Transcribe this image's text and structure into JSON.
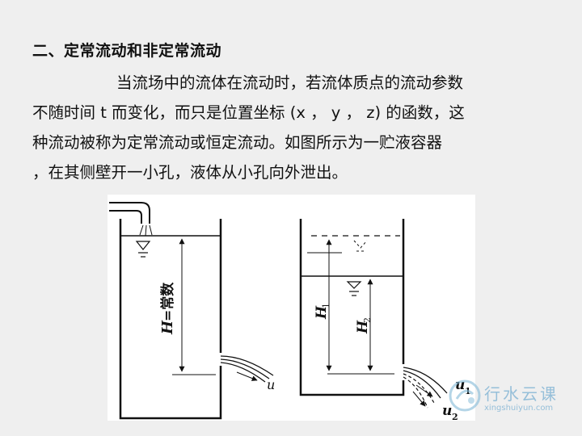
{
  "heading": "二、定常流动和非定常流动",
  "paragraph_lines": [
    "当流场中的流体在流动时，若流体质点的流动参数",
    "不随时间 t 而变化，而只是位置坐标 (x ，  y ，  z) 的函数，这",
    "种流动被称为定常流动或恒定流动。如图所示为一贮液容器",
    "，在其侧壁开一小孔，液体从小孔向外泄出。"
  ],
  "figure": {
    "left_label_H": "H",
    "left_label_eq": "=常数",
    "left_velocity": "u",
    "right_H1_main": "H",
    "right_H1_sub": "1",
    "right_H2_main": "H",
    "right_H2_sub": "2",
    "u1_main": "u",
    "u1_sub": "1",
    "u2_main": "u",
    "u2_sub": "2"
  },
  "watermark": {
    "title": "行水云课",
    "url": "xingshuiyun.com"
  }
}
